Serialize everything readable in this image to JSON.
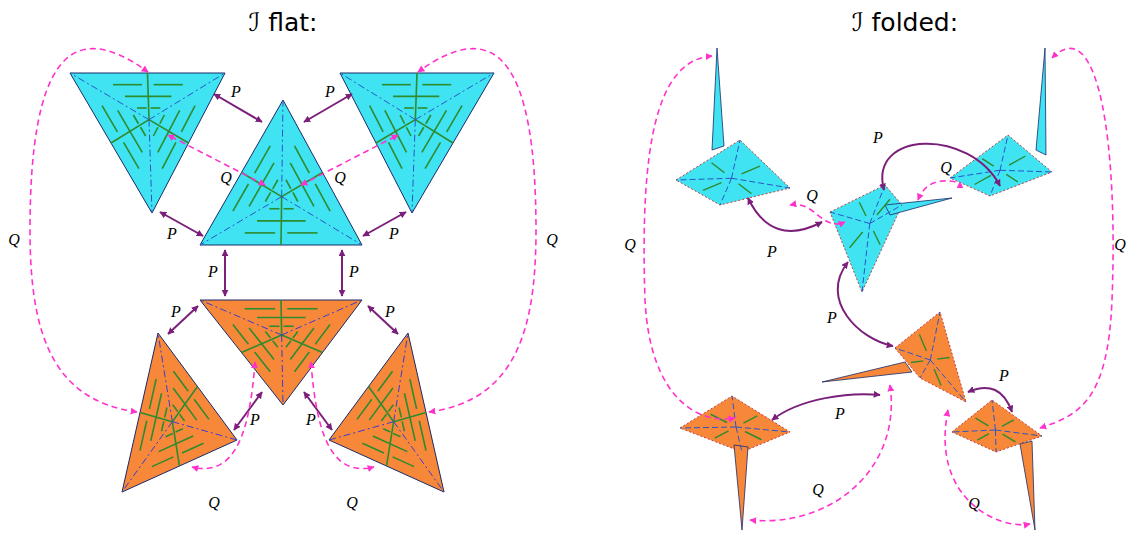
{
  "diagram": {
    "labels": [
      "ℐ flat:",
      "ℐ folded:",
      "P",
      "P",
      "Q",
      "Q",
      "P",
      "P",
      "Q",
      "Q",
      "P",
      "P",
      "P",
      "P",
      "P",
      "P",
      "Q",
      "Q",
      "P",
      "Q",
      "Q",
      "P",
      "Q",
      "Q",
      "P",
      "P",
      "P",
      "Q",
      "Q"
    ]
  }
}
